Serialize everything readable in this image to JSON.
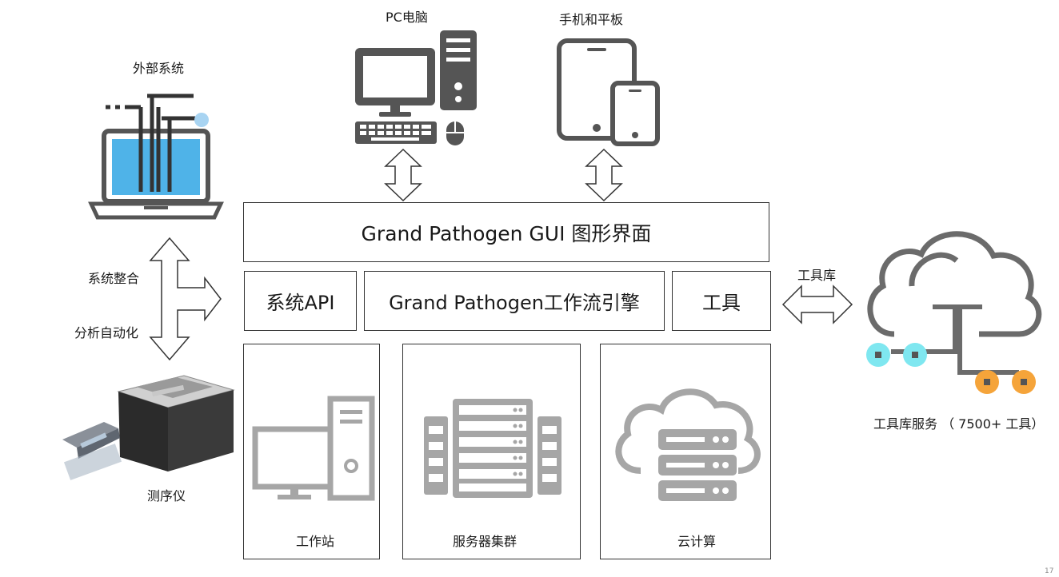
{
  "top": {
    "pc_label": "PC电脑",
    "mobile_label": "手机和平板",
    "external_label": "外部系统"
  },
  "left": {
    "integration_label": "系统整合",
    "automation_label": "分析自动化",
    "sequencer_label": "测序仪"
  },
  "center": {
    "gui_label": "Grand Pathogen GUI 图形界面",
    "api_label": "系统API",
    "engine_label": "Grand Pathogen工作流引擎",
    "tools_label": "工具"
  },
  "compute": {
    "workstation_label": "工作站",
    "cluster_label": "服务器集群",
    "cloud_label": "云计算"
  },
  "right": {
    "toolbox_label": "工具库",
    "toolbox_service_label": "工具库服务 （ 7500+ 工具）"
  },
  "corner_mark": "17",
  "colors": {
    "icon_dark": "#555555",
    "icon_grey": "#a6a6a6",
    "screen_blue": "#4fb3e8",
    "node_cyan": "#7fe7f0",
    "node_orange": "#f5a43a",
    "arrow_stroke": "#333333"
  }
}
